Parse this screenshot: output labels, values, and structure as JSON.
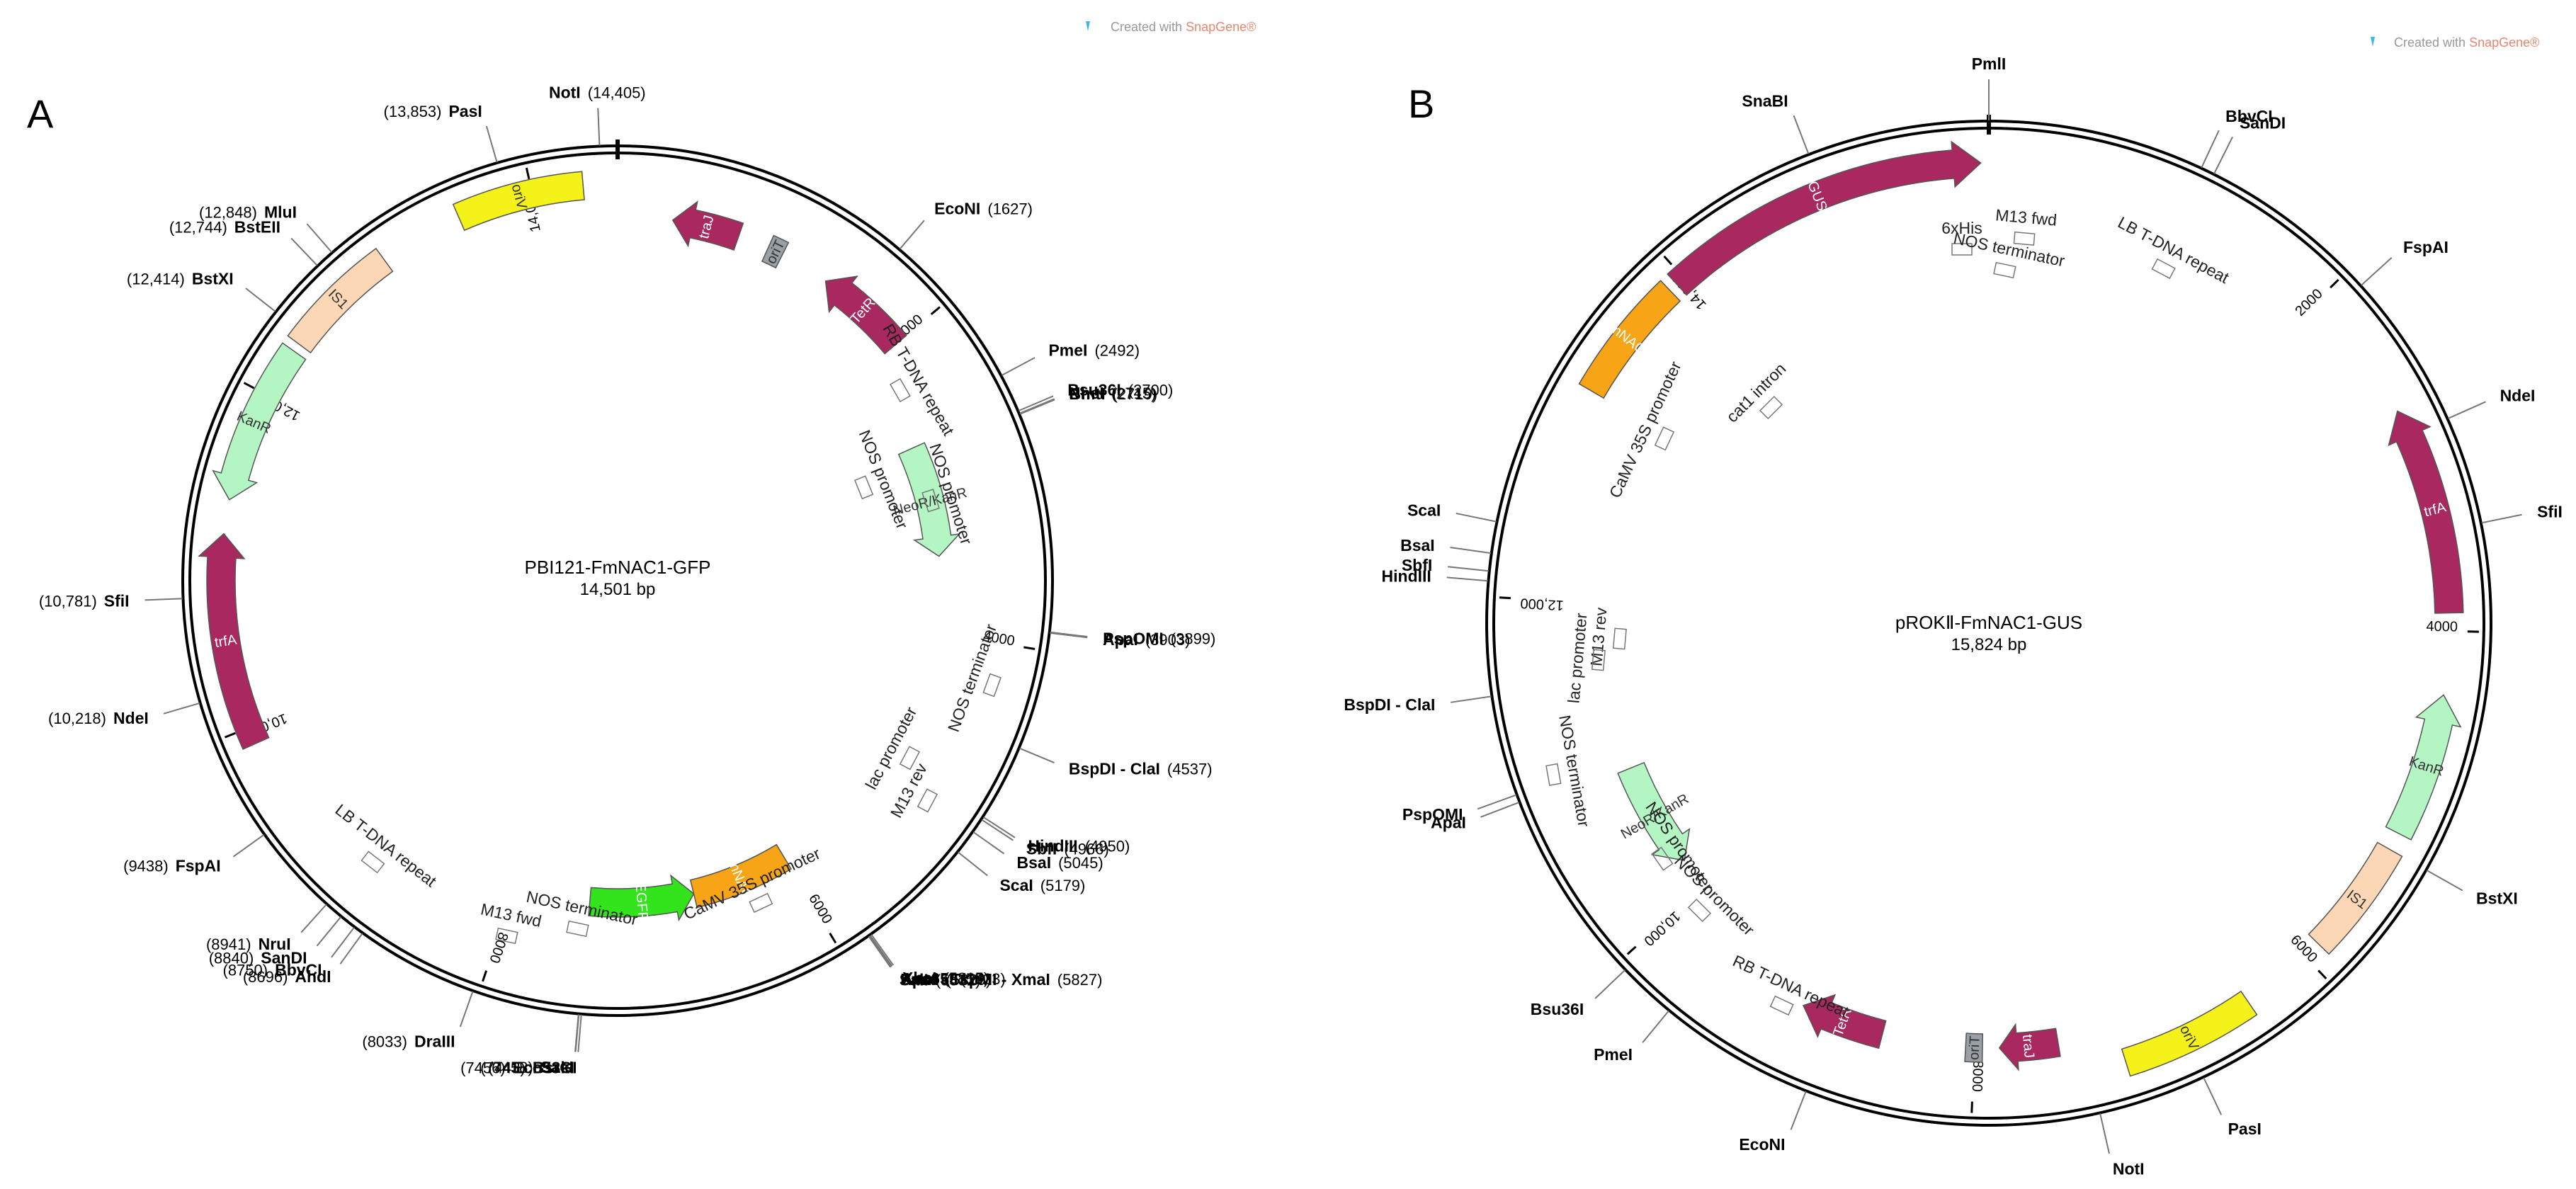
{
  "watermark": {
    "prefix": "Created with ",
    "brand": "SnapGene®"
  },
  "colors": {
    "magenta": "#a8285f",
    "yellow": "#f5f21a",
    "peach": "#fbd7b5",
    "mint": "#b4f5c4",
    "orange": "#f7a516",
    "orange_dark": "#f28a0a",
    "green": "#33e31c",
    "grey": "#9aa0a6",
    "purple": "#6a2d88",
    "backbone": "#000000"
  },
  "maps": [
    {
      "letter": "A",
      "name": "PBI121-FmNAC1-GFP",
      "size_label": "14,501 bp",
      "total_bp": 14501,
      "ticks": [
        {
          "bp": 2000,
          "label": "2000"
        },
        {
          "bp": 4000,
          "label": "4000"
        },
        {
          "bp": 6000,
          "label": "6000"
        },
        {
          "bp": 8000,
          "label": "8000"
        },
        {
          "bp": 10000,
          "label": "10,000"
        },
        {
          "bp": 12000,
          "label": "12,000"
        },
        {
          "bp": 14000,
          "label": "14,000"
        }
      ],
      "sites": [
        {
          "name": "NotI",
          "pos": "(14,405)",
          "bp": 14405
        },
        {
          "name": "PasI",
          "pos": "(13,853)",
          "bp": 13853
        },
        {
          "name": "MluI",
          "pos": "(12,848)",
          "bp": 12848
        },
        {
          "name": "BstEII",
          "pos": "(12,744)",
          "bp": 12744
        },
        {
          "name": "BstXI",
          "pos": "(12,414)",
          "bp": 12414
        },
        {
          "name": "SfiI",
          "pos": "(10,781)",
          "bp": 10781
        },
        {
          "name": "NdeI",
          "pos": "(10,218)",
          "bp": 10218
        },
        {
          "name": "FspAI",
          "pos": "(9438)",
          "bp": 9438
        },
        {
          "name": "NruI",
          "pos": "(8941)",
          "bp": 8941
        },
        {
          "name": "SanDI",
          "pos": "(8840)",
          "bp": 8840
        },
        {
          "name": "BbvCI",
          "pos": "(8750)",
          "bp": 8750
        },
        {
          "name": "AhdI",
          "pos": "(8696)",
          "bp": 8696
        },
        {
          "name": "DraIII",
          "pos": "(8033)",
          "bp": 8033
        },
        {
          "name": "SacI",
          "pos": "(7458)",
          "bp": 7458
        },
        {
          "name": "Eco53kI",
          "pos": "(7456)",
          "bp": 7456
        },
        {
          "name": "BsrGI",
          "pos": "(7443)",
          "bp": 7443
        },
        {
          "name": "EcoNI",
          "pos": "(1627)",
          "bp": 1627
        },
        {
          "name": "PmeI",
          "pos": "(2492)",
          "bp": 2492
        },
        {
          "name": "Bsu36I",
          "pos": "(2700)",
          "bp": 2700
        },
        {
          "name": "NheI",
          "pos": "(2715)",
          "bp": 2715
        },
        {
          "name": "BmtI",
          "pos": "(2719)",
          "bp": 2719
        },
        {
          "name": "PspOMI",
          "pos": "(3899)",
          "bp": 3899
        },
        {
          "name": "ApaI",
          "pos": "(3903)",
          "bp": 3903
        },
        {
          "name": "BspDI - ClaI",
          "pos": "(4537)",
          "bp": 4537
        },
        {
          "name": "HindIII",
          "pos": "(4950)",
          "bp": 4950
        },
        {
          "name": "SbfI",
          "pos": "(4966)",
          "bp": 4966
        },
        {
          "name": "BsaI",
          "pos": "(5045)",
          "bp": 5045
        },
        {
          "name": "ScaI",
          "pos": "(5179)",
          "bp": 5179
        },
        {
          "name": "XbaI",
          "pos": "(5815)",
          "bp": 5815
        },
        {
          "name": "Acc65I",
          "pos": "(5823)",
          "bp": 5823
        },
        {
          "name": "KpnI - TspMI - XmaI",
          "pos": "(5827)",
          "bp": 5827
        },
        {
          "name": "SmaI",
          "pos": "(5829)",
          "bp": 5829
        },
        {
          "name": "SalI",
          "pos": "(5832)",
          "bp": 5832
        }
      ],
      "features": [
        {
          "name": "oriV",
          "start": 13550,
          "end": 14300,
          "dir": "none",
          "color": "yellow",
          "ring": 1
        },
        {
          "name": "traJ",
          "start": 350,
          "end": 780,
          "dir": "rev",
          "color": "magenta",
          "ring": 2
        },
        {
          "name": "oriT",
          "start": 980,
          "end": 1080,
          "dir": "none",
          "color": "grey",
          "ring": 2
        },
        {
          "name": "TetR",
          "start": 1400,
          "end": 2000,
          "dir": "rev",
          "color": "magenta",
          "ring": 2
        },
        {
          "name": "IS1",
          "start": 12350,
          "end": 13050,
          "dir": "none",
          "color": "peach",
          "ring": 1
        },
        {
          "name": "KanR",
          "start": 11350,
          "end": 12300,
          "dir": "rev",
          "color": "mint",
          "ring": 1
        },
        {
          "name": "trfA",
          "start": 9900,
          "end": 11150,
          "dir": "fwd",
          "color": "magenta",
          "ring": 1
        },
        {
          "name": "NeoR/KanR",
          "start": 2650,
          "end": 3450,
          "dir": "fwd",
          "color": "mint",
          "ring": 3
        },
        {
          "name": "FmNAC1",
          "start": 6000,
          "end": 6700,
          "dir": "none",
          "color": "orange",
          "ring": 3
        },
        {
          "name": "EGFP",
          "start": 6700,
          "end": 7450,
          "dir": "rev",
          "color": "green",
          "ring": 3
        }
      ],
      "annotations": [
        {
          "text": "RB T-DNA repeat"
        },
        {
          "text": "NOS promoter"
        },
        {
          "text": "NOS promoter"
        },
        {
          "text": "NOS terminator"
        },
        {
          "text": "lac promoter"
        },
        {
          "text": "M13 rev"
        },
        {
          "text": "CaMV 35S promoter"
        },
        {
          "text": "NOS terminator"
        },
        {
          "text": "M13 fwd"
        },
        {
          "text": "LB T-DNA repeat"
        }
      ]
    },
    {
      "letter": "B",
      "name": "pROKⅡ-FmNAC1-GUS",
      "size_label": "15,824 bp",
      "total_bp": 15824,
      "ticks": [
        {
          "bp": 2000,
          "label": "2000"
        },
        {
          "bp": 4000,
          "label": "4000"
        },
        {
          "bp": 6000,
          "label": "6000"
        },
        {
          "bp": 8000,
          "label": "8000"
        },
        {
          "bp": 10000,
          "label": "10,000"
        },
        {
          "bp": 12000,
          "label": "12,000"
        },
        {
          "bp": 14000,
          "label": "14,000"
        }
      ],
      "sites": [
        {
          "name": "PmlI",
          "pos": "",
          "bp": 0
        },
        {
          "name": "BbvCI",
          "pos": "",
          "bp": 1100
        },
        {
          "name": "SanDI",
          "pos": "",
          "bp": 1170
        },
        {
          "name": "FspAI",
          "pos": "",
          "bp": 2100
        },
        {
          "name": "NdeI",
          "pos": "",
          "bp": 2900
        },
        {
          "name": "SfiI",
          "pos": "",
          "bp": 3450
        },
        {
          "name": "BstXI",
          "pos": "",
          "bp": 5250
        },
        {
          "name": "PasI",
          "pos": "",
          "bp": 6800
        },
        {
          "name": "NotI",
          "pos": "",
          "bp": 7350
        },
        {
          "name": "EcoNI",
          "pos": "",
          "bp": 8850
        },
        {
          "name": "PmeI",
          "pos": "",
          "bp": 9650
        },
        {
          "name": "Bsu36I",
          "pos": "",
          "bp": 9950
        },
        {
          "name": "ApaI",
          "pos": "",
          "bp": 10950
        },
        {
          "name": "PspOMI",
          "pos": "",
          "bp": 10990
        },
        {
          "name": "BspDI - ClaI",
          "pos": "",
          "bp": 11500
        },
        {
          "name": "HindIII",
          "pos": "",
          "bp": 12080
        },
        {
          "name": "SbfI",
          "pos": "",
          "bp": 12130
        },
        {
          "name": "BsaI",
          "pos": "",
          "bp": 12220
        },
        {
          "name": "ScaI",
          "pos": "",
          "bp": 12380
        },
        {
          "name": "SnaBI",
          "pos": "",
          "bp": 14900
        }
      ],
      "features": [
        {
          "name": "GUS",
          "start": 13950,
          "end": 15780,
          "dir": "fwd",
          "color": "magenta",
          "ring": 1
        },
        {
          "name": "FmNAC1",
          "start": 13200,
          "end": 13900,
          "dir": "none",
          "color": "orange",
          "ring": 1
        },
        {
          "name": "trfA",
          "start": 2750,
          "end": 3900,
          "dir": "rev",
          "color": "magenta",
          "ring": 1
        },
        {
          "name": "KanR",
          "start": 4350,
          "end": 5150,
          "dir": "rev",
          "color": "mint",
          "ring": 1
        },
        {
          "name": "IS1",
          "start": 5250,
          "end": 5900,
          "dir": "none",
          "color": "peach",
          "ring": 1
        },
        {
          "name": "oriV",
          "start": 6400,
          "end": 7150,
          "dir": "none",
          "color": "yellow",
          "ring": 1
        },
        {
          "name": "traJ",
          "start": 7500,
          "end": 7850,
          "dir": "fwd",
          "color": "magenta",
          "ring": 2
        },
        {
          "name": "oriT",
          "start": 7950,
          "end": 8050,
          "dir": "none",
          "color": "grey",
          "ring": 2
        },
        {
          "name": "TetR",
          "start": 8550,
          "end": 9050,
          "dir": "fwd",
          "color": "magenta",
          "ring": 2
        },
        {
          "name": "NeoR/KanR",
          "start": 10200,
          "end": 10900,
          "dir": "rev",
          "color": "mint",
          "ring": 3
        }
      ],
      "annotations": [
        {
          "text": "6xHis"
        },
        {
          "text": "M13 fwd"
        },
        {
          "text": "NOS terminator"
        },
        {
          "text": "LB T-DNA repeat"
        },
        {
          "text": "cat1 intron"
        },
        {
          "text": "CaMV 35S promoter"
        },
        {
          "text": "M13 rev"
        },
        {
          "text": "lac promoter"
        },
        {
          "text": "NOS terminator"
        },
        {
          "text": "NOS promoter"
        },
        {
          "text": "NOS promoter"
        },
        {
          "text": "RB T-DNA repeat"
        }
      ]
    }
  ]
}
